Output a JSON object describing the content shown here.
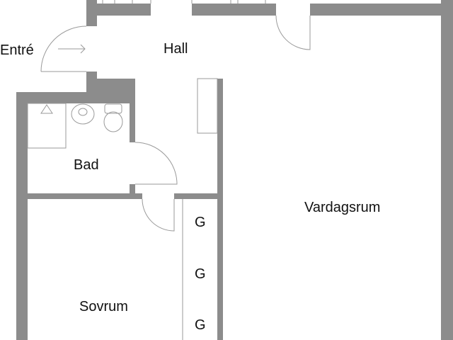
{
  "plan": {
    "rooms": {
      "entre": "Entré",
      "hall": "Hall",
      "bad": "Bad",
      "vardagsrum": "Vardagsrum",
      "sovrum": "Sovrum"
    },
    "wardrobe_labels": [
      "G",
      "G",
      "G"
    ],
    "colors": {
      "wall": "#8c8c8c",
      "line": "#9a9a9a",
      "text": "#111111"
    }
  }
}
